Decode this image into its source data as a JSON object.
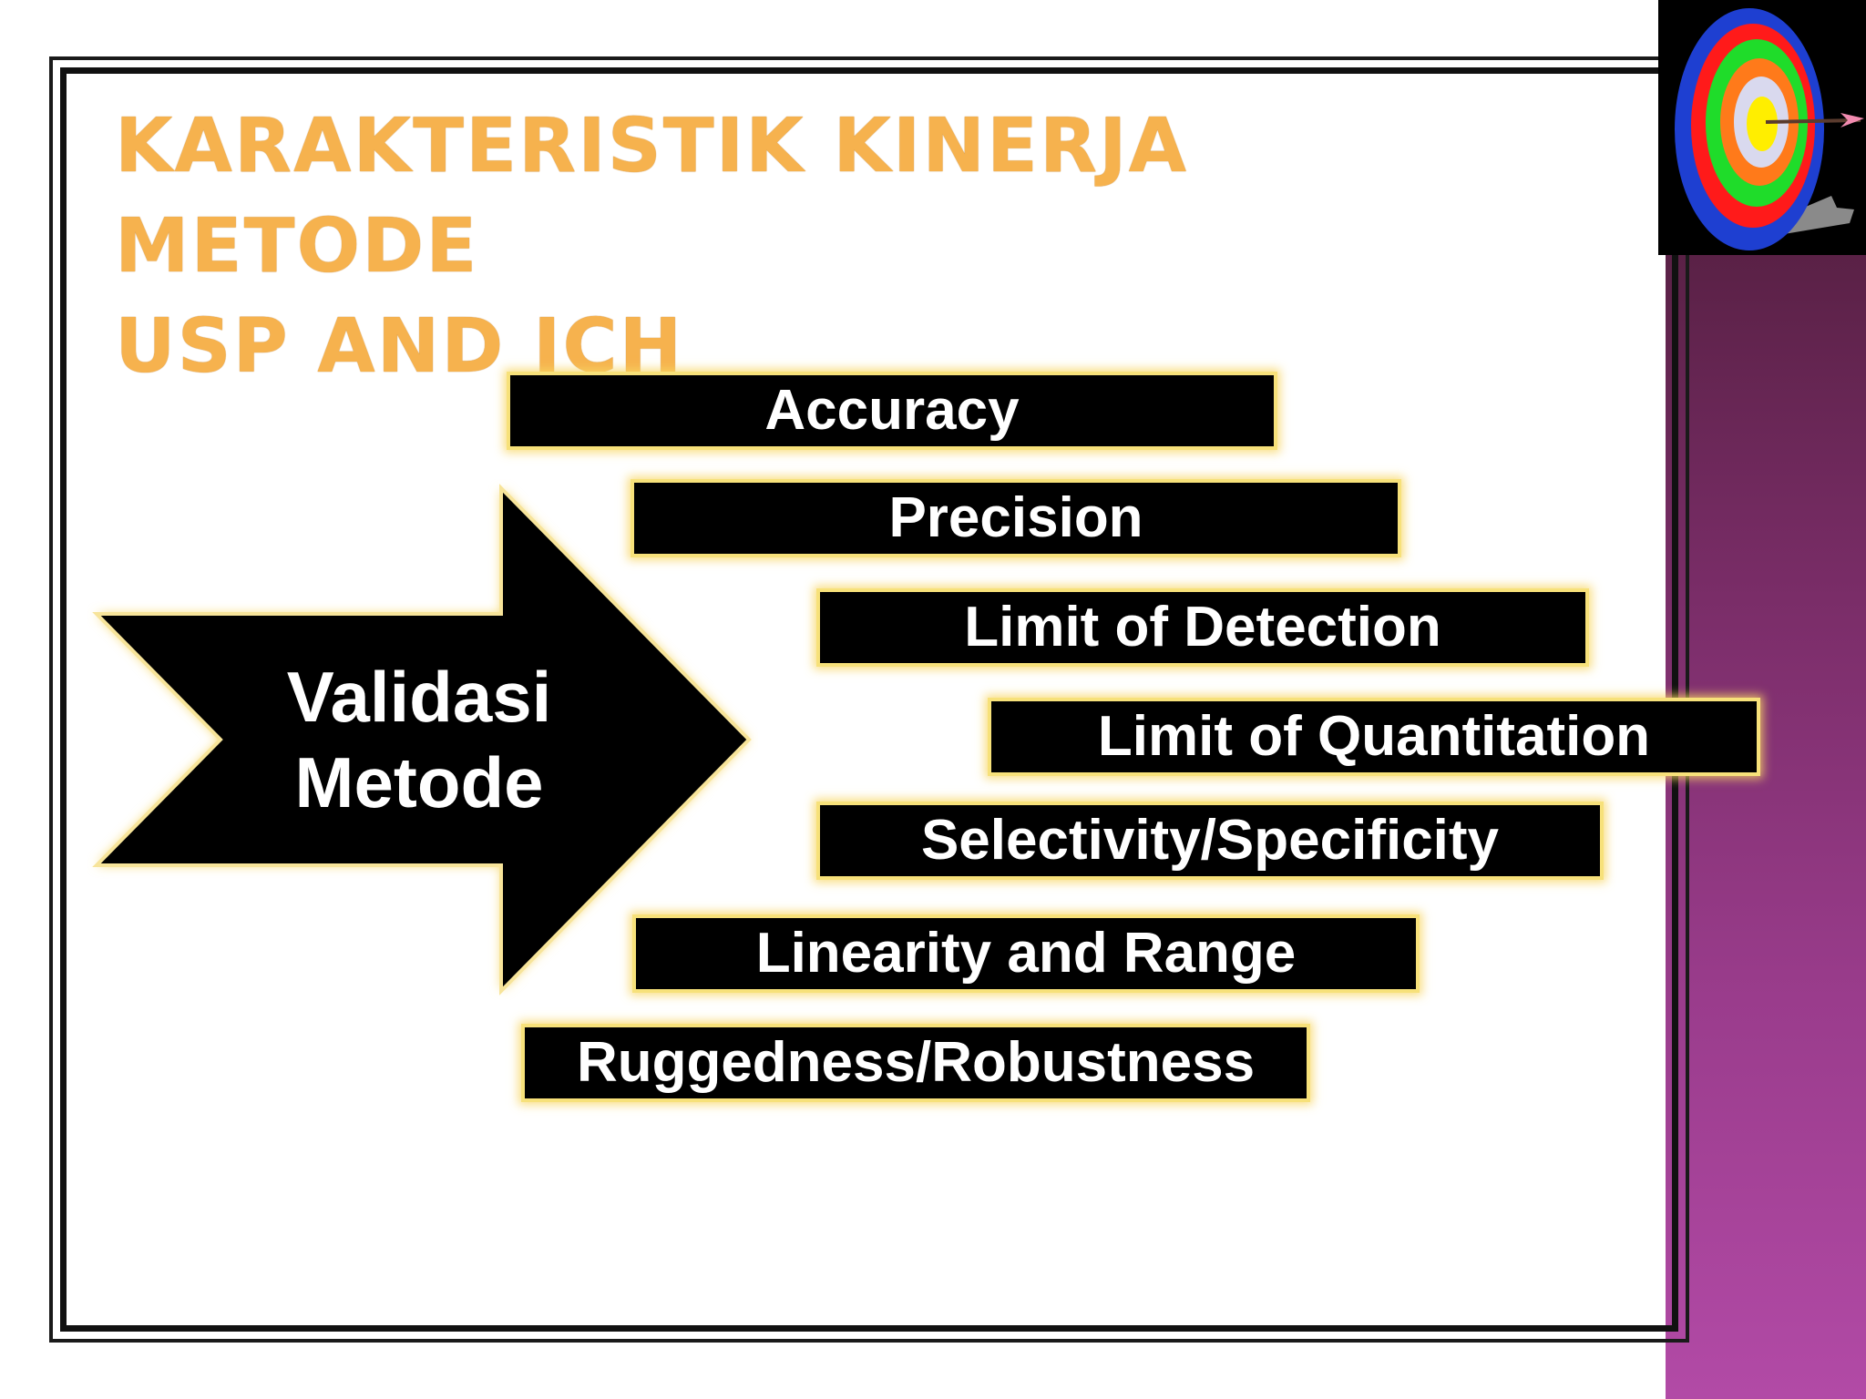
{
  "slide": {
    "title_line1": "KARAKTERISTIK KINERJA METODE",
    "title_line2": "USP AND ICH"
  },
  "arrow": {
    "line1": "Validasi",
    "line2": "Metode"
  },
  "items": [
    "Accuracy",
    "Precision",
    "Limit of Detection",
    "Limit of Quantitation",
    "Selectivity/Specificity",
    "Linearity and Range",
    "Ruggedness/Robustness"
  ],
  "colors": {
    "title": "#f6b24e",
    "bar_fill": "#000000",
    "bar_glow": "#f7e17a",
    "strip": "#9a3c8c"
  }
}
